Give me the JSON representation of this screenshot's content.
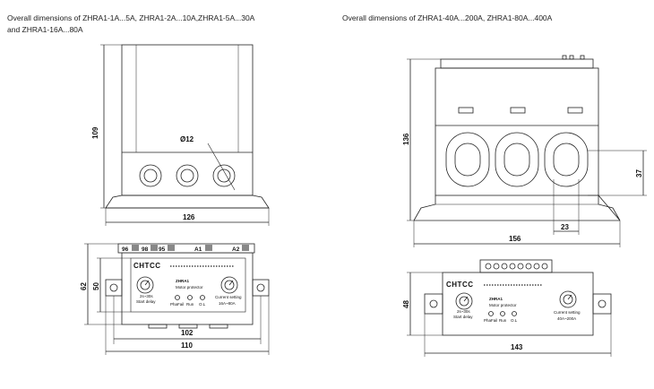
{
  "titles": {
    "left_line1": "Overall dimensions of ZHRA1-1A...5A, ZHRA1-2A...10A,ZHRA1-5A...30A",
    "left_line2": "and ZHRA1-16A...80A",
    "right": "Overall dimensions of ZHRA1-40A...200A, ZHRA1-80A...400A"
  },
  "left_side_view": {
    "height_dim": "109",
    "width_dim": "126",
    "hole_dim": "Ø12"
  },
  "left_front_view": {
    "brand": "CHTCC",
    "model": "ZHRA1",
    "product": "Motor protector",
    "terminals": [
      "96",
      "98",
      "95",
      "A1",
      "A2"
    ],
    "start_delay_range": "2s~30s",
    "start_delay_label": "Start delay",
    "current_setting_label": "Current setting",
    "current_range": "16A~80A",
    "leds": [
      "PhaFail",
      "Run",
      "O.L"
    ],
    "dims": {
      "outer_height": "62",
      "inner_height": "50",
      "inner_width": "102",
      "outer_width": "110"
    }
  },
  "right_side_view": {
    "height_dim": "136",
    "width_dim": "156",
    "window_height_dim": "37",
    "window_offset_dim": "23"
  },
  "right_front_view": {
    "brand": "CHTCC",
    "model": "ZHRA1",
    "product": "Motor protector",
    "start_delay_range": "2s~30s",
    "start_delay_label": "Start delay",
    "current_setting_label": "Current setting",
    "current_range": "40A~200A",
    "leds": [
      "PhaFail",
      "Run",
      "O.L"
    ],
    "dims": {
      "height": "48",
      "width": "143"
    }
  }
}
